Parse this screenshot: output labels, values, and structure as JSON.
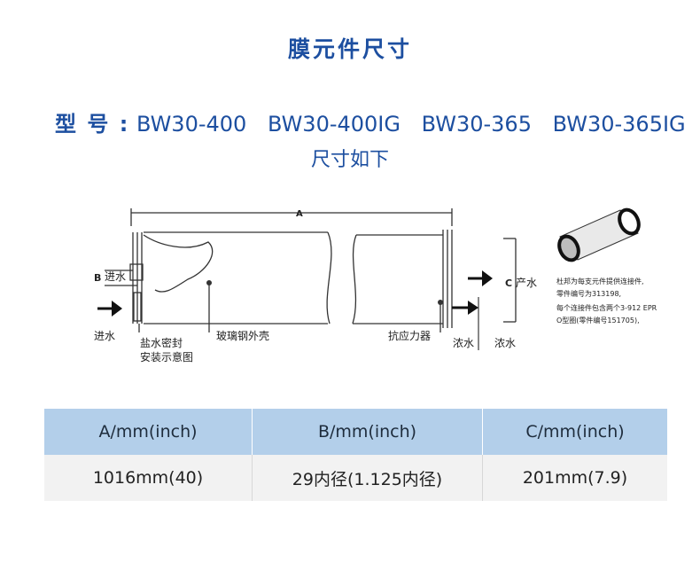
{
  "title": "膜元件尺寸",
  "models": {
    "label": "型 号 :",
    "items": [
      "BW30-400",
      "BW30-400IG",
      "BW30-365",
      "BW30-365IG"
    ]
  },
  "subtitle": "尺寸如下",
  "diagram": {
    "label_a": "A",
    "label_b": "B",
    "label_c": "C",
    "inlet_b": "进水",
    "inlet": "进水",
    "brine_seal": "盐水密封",
    "brine_seal_2": "安装示意图",
    "fiberglass_shell": "玻璃钢外壳",
    "anti_stress": "抗应力器",
    "concentrate_1": "浓水",
    "concentrate_2": "浓水",
    "product": "产水",
    "note_1": "杜邦为每支元件提供连接件,",
    "note_2": "零件编号为313198,",
    "note_3": "每个连接件包含两个3-912 EPR",
    "note_4": "O型圈(零件编号151705),",
    "line_color": "#333333"
  },
  "table": {
    "headers": [
      "A/mm(inch)",
      "B/mm(inch)",
      "C/mm(inch)"
    ],
    "rows": [
      [
        "1016mm(40)",
        "29内径(1.125内径)",
        "201mm(7.9)"
      ]
    ],
    "header_color": "#b3cfea",
    "row_color": "#f2f2f2"
  },
  "colors": {
    "accent": "#1d4fa0"
  }
}
